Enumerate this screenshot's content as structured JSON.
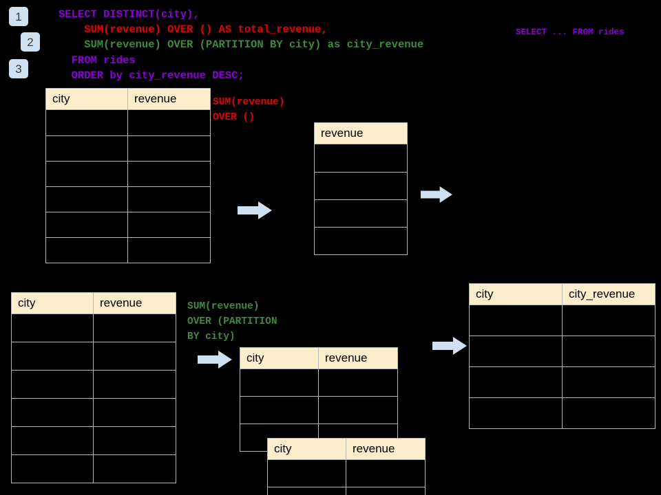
{
  "theme": {
    "background": "#000000",
    "header_fill": "#fcedcd",
    "grid_line": "#b8b8b8",
    "badge_fill": "#cfe0f0",
    "arrow_fill": "#cfe0f0",
    "keyword_purple": "#8b00d8",
    "highlight_red": "#e80000",
    "highlight_green": "#3f8a3f"
  },
  "badges": [
    {
      "label": "1"
    },
    {
      "label": "2"
    },
    {
      "label": "3"
    }
  ],
  "query": {
    "line1": "SELECT DISTINCT(city),",
    "line2": "    SUM(revenue) OVER () AS total_revenue,",
    "line3": "    SUM(revenue) OVER (PARTITION BY city) as city_revenue",
    "line4": "  FROM rides",
    "line5": "  ORDER by city_revenue DESC;"
  },
  "sidenote": {
    "text": "SELECT ... FROM rides"
  },
  "annotations": {
    "total_revenue": "SUM(revenue)\nOVER ()",
    "city_revenue": "SUM(revenue)\nOVER (PARTITION\nBY city)"
  },
  "tables": {
    "rides_top": {
      "name": "rides-source-table-top",
      "headers": [
        "city",
        "revenue"
      ],
      "body_rows": 6
    },
    "total_revenue": {
      "name": "total-revenue-table",
      "headers": [
        "revenue"
      ],
      "body_rows": 4
    },
    "rides_bottom": {
      "name": "rides-source-table-bottom",
      "headers": [
        "city",
        "revenue"
      ],
      "body_rows": 6
    },
    "partition_front": {
      "name": "partition-table-front",
      "headers": [
        "city",
        "revenue"
      ],
      "body_rows": 3
    },
    "partition_back": {
      "name": "partition-table-back",
      "headers": [
        "city",
        "revenue"
      ],
      "body_rows": 2
    },
    "city_revenue": {
      "name": "city-revenue-result-table",
      "headers": [
        "city",
        "city_revenue"
      ],
      "body_rows": 4
    }
  },
  "arrows": [
    {
      "name": "arrow-rides-to-total"
    },
    {
      "name": "arrow-total-to-result"
    },
    {
      "name": "arrow-rides-to-partition"
    },
    {
      "name": "arrow-partition-to-result"
    }
  ]
}
